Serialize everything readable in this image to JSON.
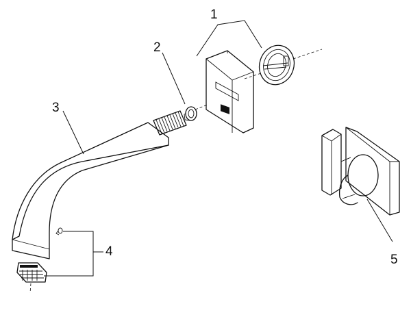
{
  "callouts": [
    {
      "id": "1",
      "text": "1"
    },
    {
      "id": "2",
      "text": "2"
    },
    {
      "id": "3",
      "text": "3"
    },
    {
      "id": "4",
      "text": "4"
    },
    {
      "id": "5",
      "text": "5"
    }
  ],
  "parts": [
    {
      "ref": "1",
      "name": "cover-plate-assembly-icon"
    },
    {
      "ref": "2",
      "name": "washer-icon"
    },
    {
      "ref": "3",
      "name": "spout-icon"
    },
    {
      "ref": "4",
      "name": "aerator-icon"
    },
    {
      "ref": "5",
      "name": "handle-assembly-icon"
    }
  ]
}
